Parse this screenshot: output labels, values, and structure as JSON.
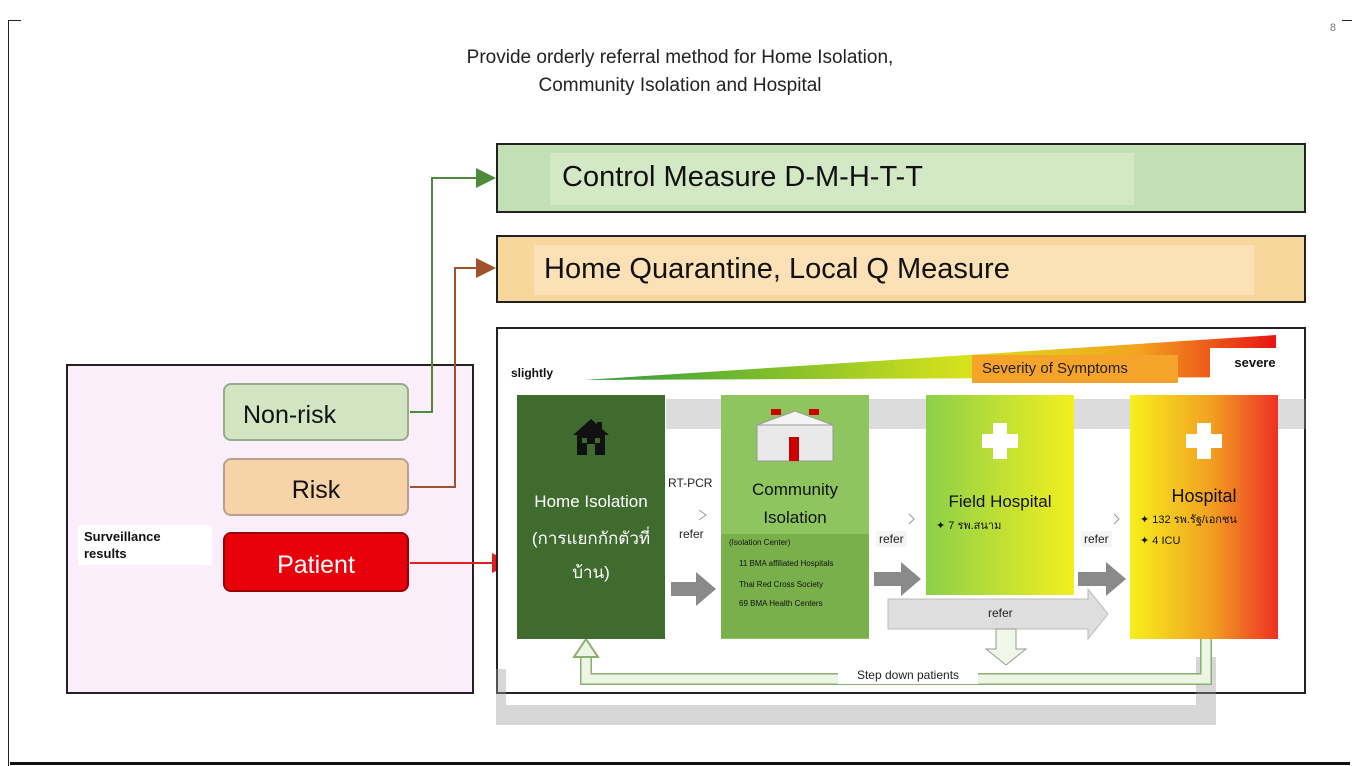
{
  "page_number": "8",
  "title": {
    "line1": "Provide orderly referral method for Home Isolation,",
    "line2": "Community Isolation and Hospital"
  },
  "measures": {
    "control": "Control Measure D-M-H-T-T",
    "quarantine": "Home Quarantine, Local Q Measure"
  },
  "surveillance": {
    "label": "Surveillance results",
    "statuses": [
      "Non-risk",
      "Risk",
      "Patient"
    ]
  },
  "severity": {
    "low": "slightly",
    "title": "Severity of Symptoms",
    "high": "severe"
  },
  "stages": {
    "home": {
      "title": "Home Isolation",
      "subtitle": "(การแยกกักตัวที่บ้าน)"
    },
    "community": {
      "title": "Community Isolation",
      "note": "(Isolation Center)",
      "items": [
        "11 BMA affiliated Hospitals",
        "Thai Red Cross Society",
        "69 BMA Health Centers"
      ]
    },
    "field": {
      "title": "Field Hospital",
      "items": [
        "7 รพ.สนาม"
      ]
    },
    "hospital": {
      "title": "Hospital",
      "items": [
        "132 รพ.รัฐ/เอกชน",
        "4 ICU"
      ]
    }
  },
  "flow": {
    "rtpcr": "RT-PCR",
    "refer": "refer",
    "step_down": "Step down patients"
  },
  "colors": {
    "control_bar": "#c3dfb6",
    "quarantine_bar": "#f7d79b",
    "patient": "#e8000b",
    "home_stage": "#3f6b2f",
    "community_stage": "#8fc55f",
    "green_arrow": "#4f8a3a",
    "brown_arrow": "#a0522d",
    "red_arrow": "#e02020"
  }
}
